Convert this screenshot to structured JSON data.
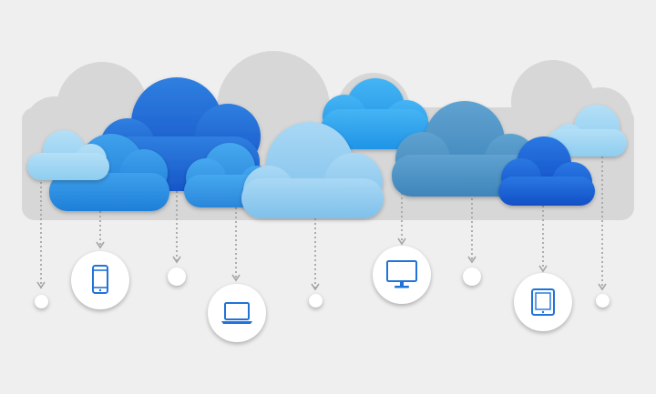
{
  "colors": {
    "background": "#efefef",
    "backdrop_cloud": "#d6d6d6",
    "connector": "#a6a6a6",
    "icon": "#1f73d9",
    "cloud_dark": "#1b64d4",
    "cloud_mid": "#2f8ee0",
    "cloud_steel": "#4f93c4",
    "cloud_light": "#8fcaef",
    "cloud_bright": "#2fa4ee"
  },
  "nodes": [
    {
      "id": "smartphone",
      "icon": "smartphone-icon"
    },
    {
      "id": "laptop",
      "icon": "laptop-icon"
    },
    {
      "id": "monitor",
      "icon": "monitor-icon"
    },
    {
      "id": "tablet",
      "icon": "tablet-icon"
    }
  ]
}
